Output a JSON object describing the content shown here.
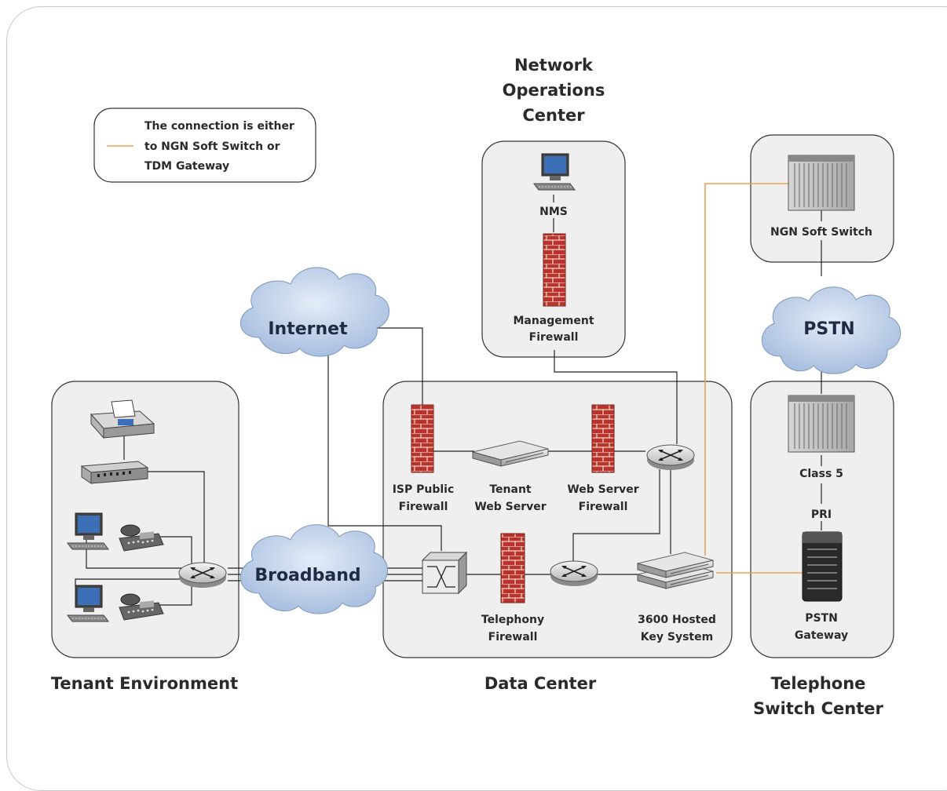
{
  "legend": {
    "text_lines": [
      "The connection is either",
      "to NGN Soft Switch or",
      "TDM Gateway"
    ],
    "line_color": "#f0a050"
  },
  "sections": {
    "noc": [
      "Network",
      "Operations",
      "Center"
    ],
    "tenant": "Tenant Environment",
    "data_center": "Data Center",
    "telephone": [
      "Telephone",
      "Switch Center"
    ]
  },
  "clouds": {
    "internet": "Internet",
    "broadband": "Broadband",
    "pstn": "PSTN"
  },
  "devices": {
    "nms": "NMS",
    "mgmt_firewall": [
      "Management",
      "Firewall"
    ],
    "ngn_soft_switch": "NGN Soft Switch",
    "isp_firewall": [
      "ISP Public",
      "Firewall"
    ],
    "tenant_web_server": [
      "Tenant",
      "Web Server"
    ],
    "web_server_firewall": [
      "Web Server",
      "Firewall"
    ],
    "telephony_firewall": [
      "Telephony",
      "Firewall"
    ],
    "key_system": [
      "3600 Hosted",
      "Key System"
    ],
    "class5": "Class 5",
    "pri": "PRI",
    "pstn_gateway": [
      "PSTN",
      "Gateway"
    ]
  },
  "colors": {
    "panel_fill": "#efefef",
    "panel_stroke": "#333333",
    "cloud_fill": "#c5d5ec",
    "brick": "#b8332c",
    "orange_link": "#f0a050"
  }
}
